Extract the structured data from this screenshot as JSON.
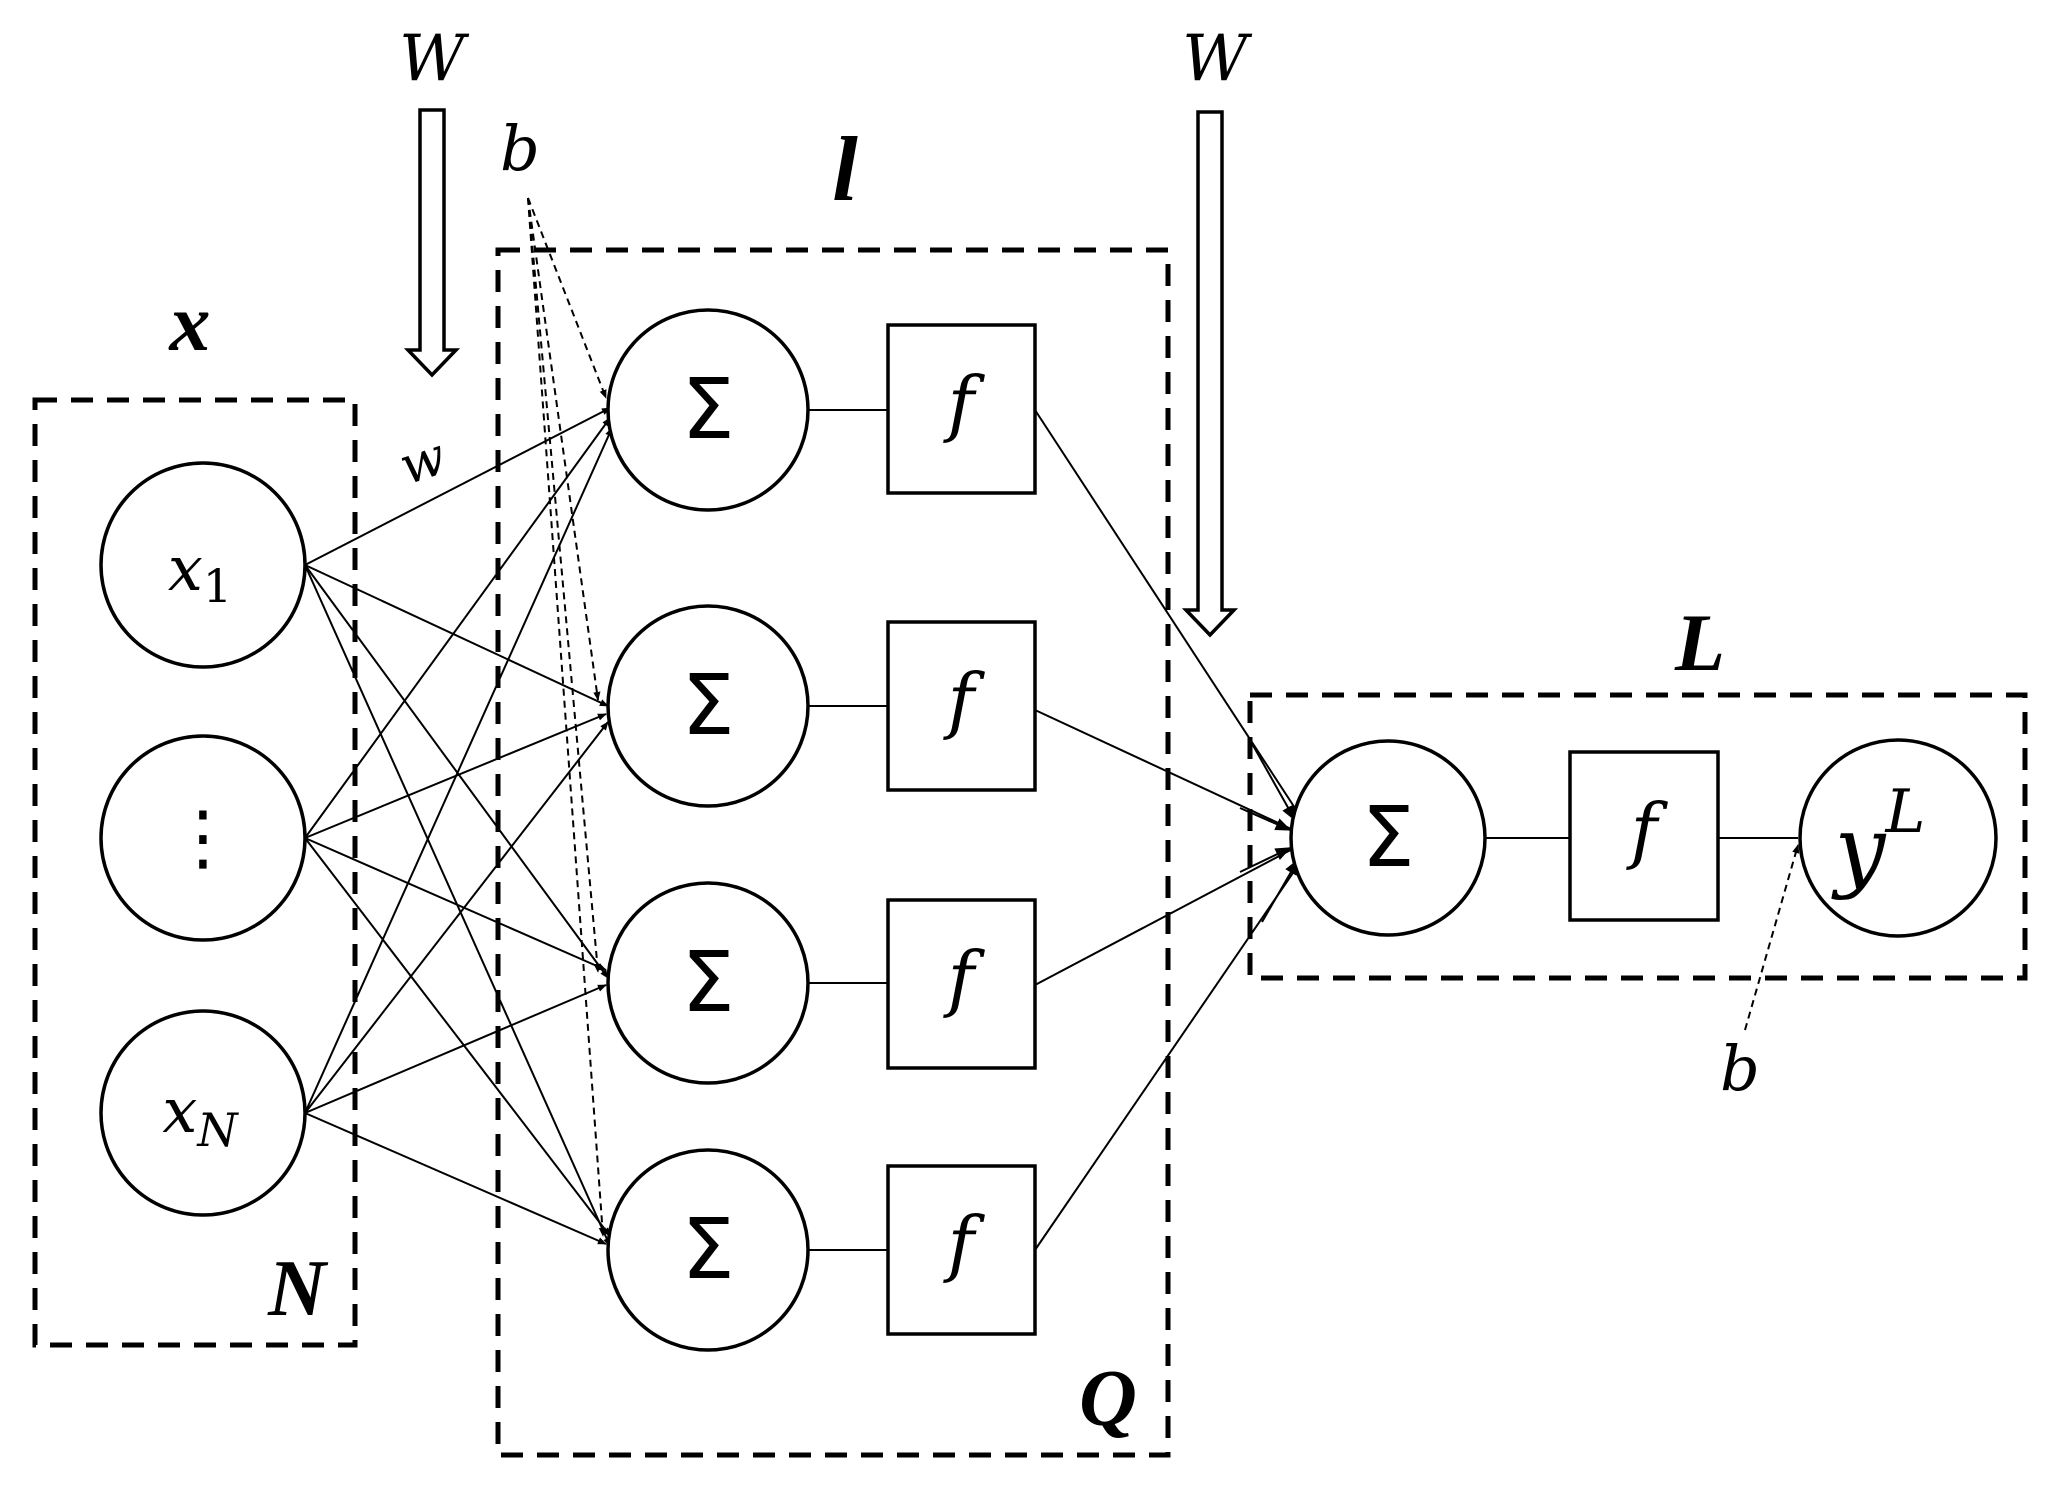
{
  "layers": {
    "input": {
      "label": "x",
      "size_label": "N"
    },
    "hidden": {
      "label": "l",
      "size_label": "Q"
    },
    "output": {
      "label": "L"
    }
  },
  "inputs": [
    {
      "name": "x",
      "sub": "1"
    },
    {
      "name": "⋮",
      "sub": ""
    },
    {
      "name": "x",
      "sub": "N"
    }
  ],
  "symbols": {
    "sum": "Σ",
    "activation": "f",
    "weight_matrix": "W",
    "weight": "w",
    "bias": "b",
    "output_base": "y",
    "output_sup": "L"
  }
}
